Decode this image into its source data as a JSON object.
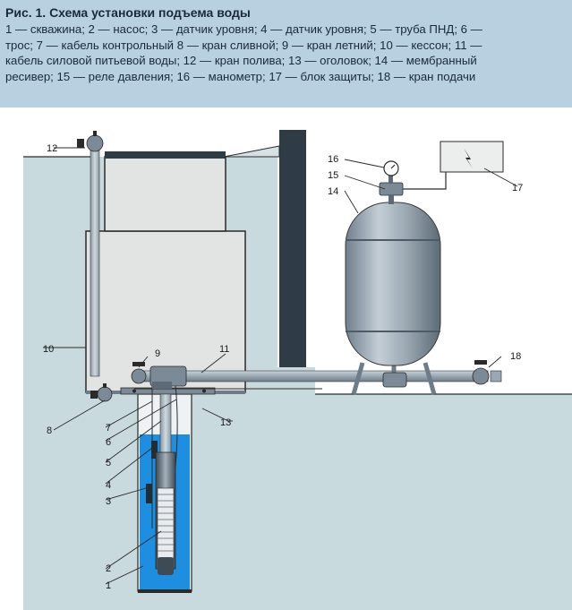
{
  "caption": {
    "title": "Рис. 1. Схема установки подъема воды",
    "lines": [
      "1 — скважина; 2 — насос; 3 — датчик уровня; 4 — датчик уровня; 5 — труба ПНД; 6 —",
      "трос; 7 — кабель контрольный 8 — кран сливной; 9 — кран летний; 10 — кессон; 11 —",
      "кабель силовой питьевой воды; 12 — кран полива; 13 — оголовок; 14 — мембранный",
      "ресивер; 15 — реле давления; 16 — манометр; 17 — блок защиты; 18 — кран подачи"
    ]
  },
  "diagram": {
    "labels": {
      "l1": "1",
      "l2": "2",
      "l3": "3",
      "l4": "4",
      "l5": "5",
      "l6": "6",
      "l7": "7",
      "l8": "8",
      "l9": "9",
      "l10": "10",
      "l11": "11",
      "l12": "12",
      "l13": "13",
      "l14": "14",
      "l15": "15",
      "l16": "16",
      "l17": "17",
      "l18": "18"
    },
    "colors": {
      "ground": "#c9dade",
      "water": "#1e8fe0",
      "metal": "#8d9ba6",
      "caption_bg": "#b8d0e0"
    }
  }
}
